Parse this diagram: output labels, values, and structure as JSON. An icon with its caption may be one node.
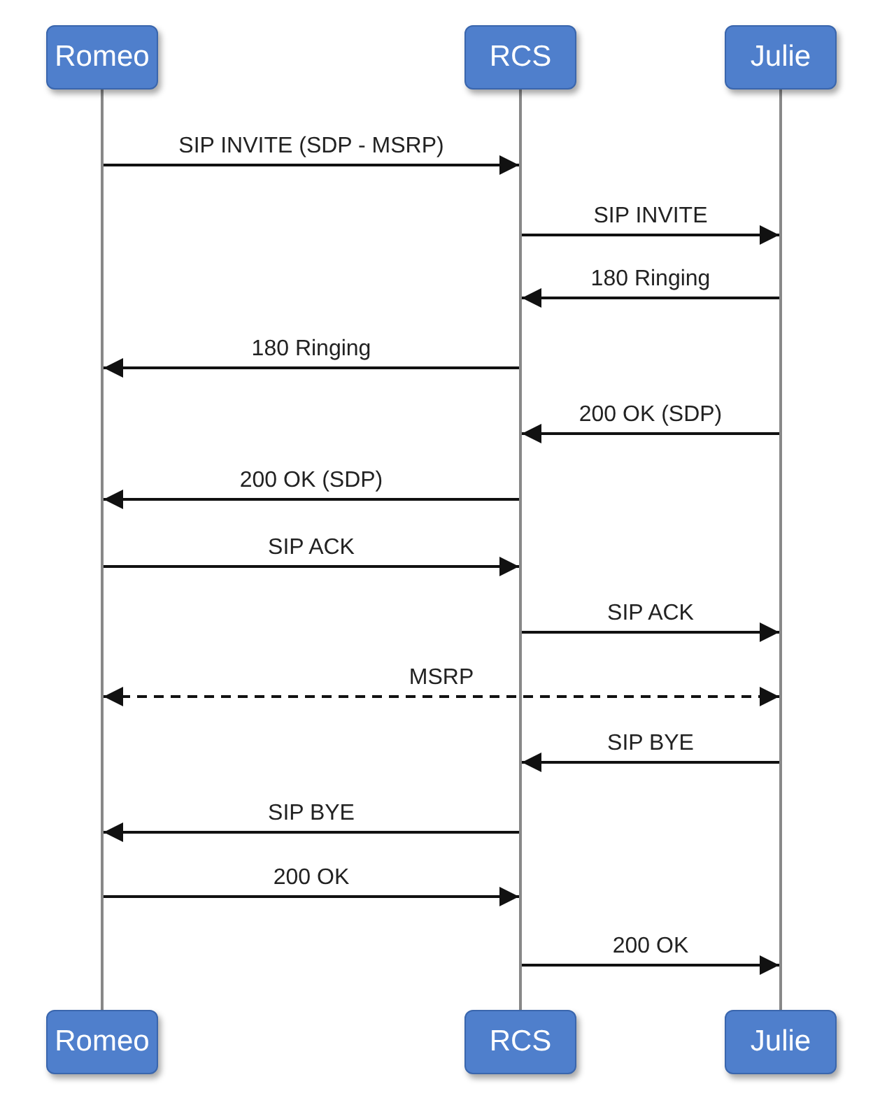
{
  "diagram": {
    "nodes": [
      {
        "text": [
          "Romeo"
        ]
      },
      {
        "text": [
          "RCS"
        ]
      },
      {
        "text": [
          "Julie"
        ]
      },
      {
        "text": [],
        "shape": "bar"
      },
      {
        "text": [],
        "shape": "bar"
      },
      {
        "text": [],
        "shape": "bar"
      },
      {
        "text": [
          "Romeo"
        ]
      },
      {
        "text": [
          "RCS"
        ]
      },
      {
        "text": [
          "Julie"
        ]
      }
    ],
    "edges": [
      {
        "from": 3,
        "to": 4,
        "arrow": "to",
        "label": "SIP INVITE (SDP - MSRP)"
      },
      {
        "from": 4,
        "to": 5,
        "arrow": "to",
        "label": "SIP INVITE"
      },
      {
        "from": 5,
        "to": 4,
        "arrow": "to",
        "label": "180 Ringing"
      },
      {
        "from": 4,
        "to": 3,
        "arrow": "to",
        "label": "180 Ringing"
      },
      {
        "from": 5,
        "to": 4,
        "arrow": "to",
        "label": "200 OK (SDP)"
      },
      {
        "from": 4,
        "to": 3,
        "arrow": "to",
        "label": "200 OK (SDP)"
      },
      {
        "from": 3,
        "to": 4,
        "arrow": "to",
        "label": "SIP ACK"
      },
      {
        "from": 4,
        "to": 5,
        "arrow": "to",
        "label": "SIP ACK"
      },
      {
        "from": 3,
        "to": 5,
        "arrow": "both",
        "label": "MSRP",
        "style": "dashed"
      },
      {
        "from": 5,
        "to": 4,
        "arrow": "to",
        "label": "SIP BYE"
      },
      {
        "from": 4,
        "to": 3,
        "arrow": "to",
        "label": "SIP BYE"
      },
      {
        "from": 3,
        "to": 4,
        "arrow": "to",
        "label": "200 OK"
      },
      {
        "from": 4,
        "to": 5,
        "arrow": "to",
        "label": "200 OK"
      }
    ]
  }
}
